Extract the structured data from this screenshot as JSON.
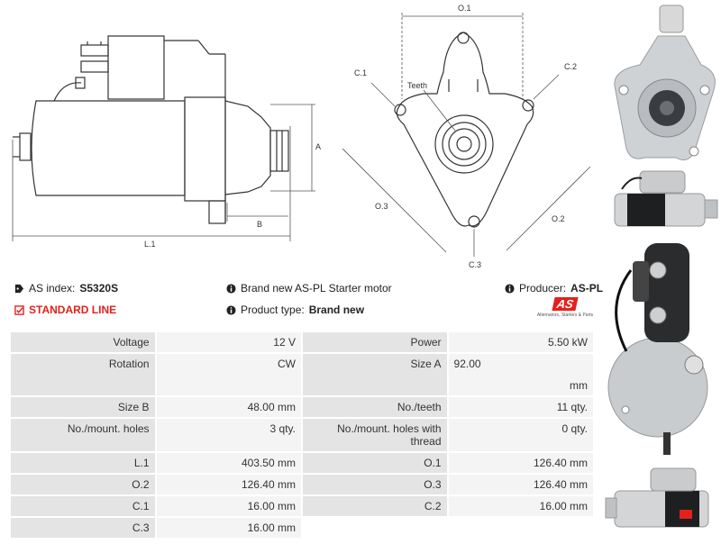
{
  "drawing": {
    "side_labels": {
      "A": "A",
      "B": "B",
      "L1": "L.1"
    },
    "front_labels": {
      "O1": "O.1",
      "O2": "O.2",
      "O3": "O.3",
      "C1": "C.1",
      "C2": "C.2",
      "C3": "C.3",
      "teeth": "Teeth"
    }
  },
  "info": {
    "as_index_label": "AS index:",
    "as_index_value": "S5320S",
    "line_label": "STANDARD LINE",
    "description": "Brand new AS-PL Starter motor",
    "product_type_label": "Product type:",
    "product_type_value": "Brand new",
    "producer_label": "Producer:",
    "producer_value": "AS-PL",
    "logo_text": "AS",
    "logo_tagline": "Alternators, Starters & Parts"
  },
  "specs": [
    {
      "k1": "Voltage",
      "v1": "12 V",
      "k2": "Power",
      "v2": "5.50 kW"
    },
    {
      "k1": "Rotation",
      "v1": "CW",
      "k2": "Size A",
      "v2a": "92.00",
      "v2b": "mm"
    },
    {
      "k1": "Size B",
      "v1": "48.00 mm",
      "k2": "No./teeth",
      "v2": "11 qty."
    },
    {
      "k1": "No./mount. holes",
      "v1": "3 qty.",
      "k2": "No./mount. holes with thread",
      "v2": "0 qty."
    },
    {
      "k1": "L.1",
      "v1": "403.50 mm",
      "k2": "O.1",
      "v2": "126.40 mm"
    },
    {
      "k1": "O.2",
      "v1": "126.40 mm",
      "k2": "O.3",
      "v2": "126.40 mm"
    },
    {
      "k1": "C.1",
      "v1": "16.00 mm",
      "k2": "C.2",
      "v2": "16.00 mm"
    },
    {
      "k1": "C.3",
      "v1": "16.00 mm"
    }
  ],
  "colors": {
    "accent_red": "#e2211c",
    "key_bg": "#e4e4e4",
    "value_bg": "#f4f4f4"
  }
}
